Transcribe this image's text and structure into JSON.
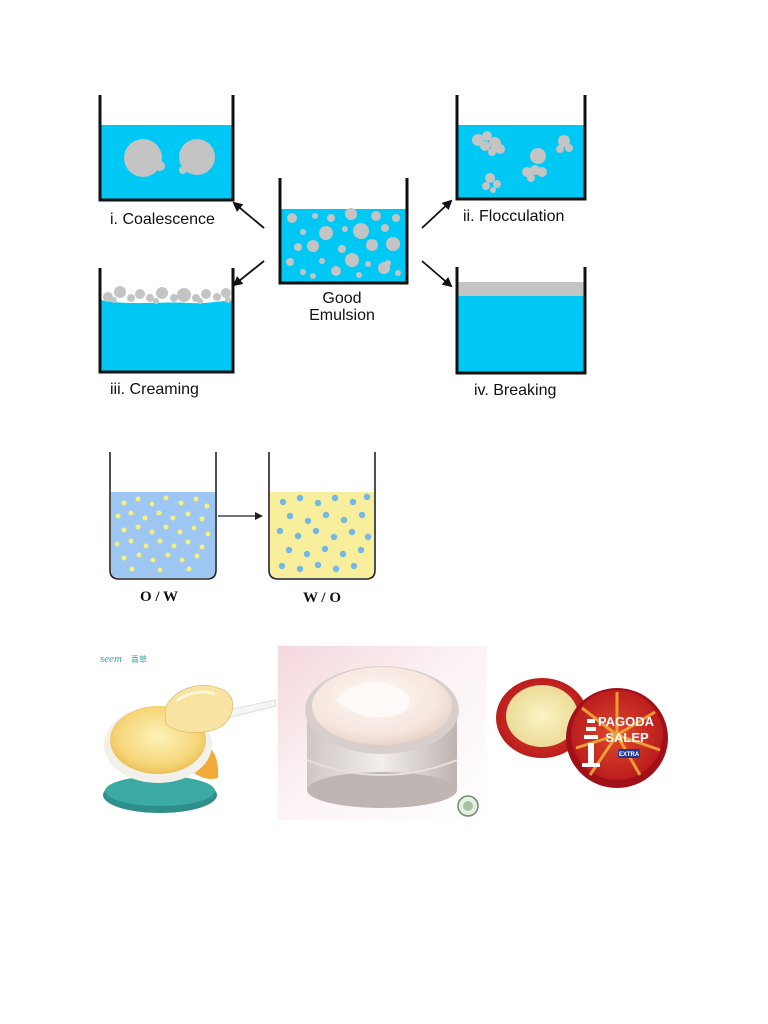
{
  "emulsion_states": {
    "coalescence": "i. Coalescence",
    "flocculation": "ii. Flocculation",
    "good_emulsion_line1": "Good",
    "good_emulsion_line2": "Emulsion",
    "creaming": "iii. Creaming",
    "breaking": "iv. Breaking"
  },
  "emulsion_types": {
    "oil_in_water": "O / W",
    "water_in_oil": "W / O"
  },
  "products": {
    "brand_logo_text": "seem",
    "brand_chinese": "喜草",
    "pagoda_line1": "PAGODA",
    "pagoda_line2": "SALEP",
    "pagoda_badge": "EXTRA"
  },
  "colors": {
    "water_blue": "#00c8f5",
    "droplet_grey": "#c4c4c4",
    "ow_blue": "#9ec6f2",
    "wo_yellow": "#f8ee9c",
    "dot_yellow": "#f4f07a",
    "dot_blue": "#6fb8e8"
  }
}
